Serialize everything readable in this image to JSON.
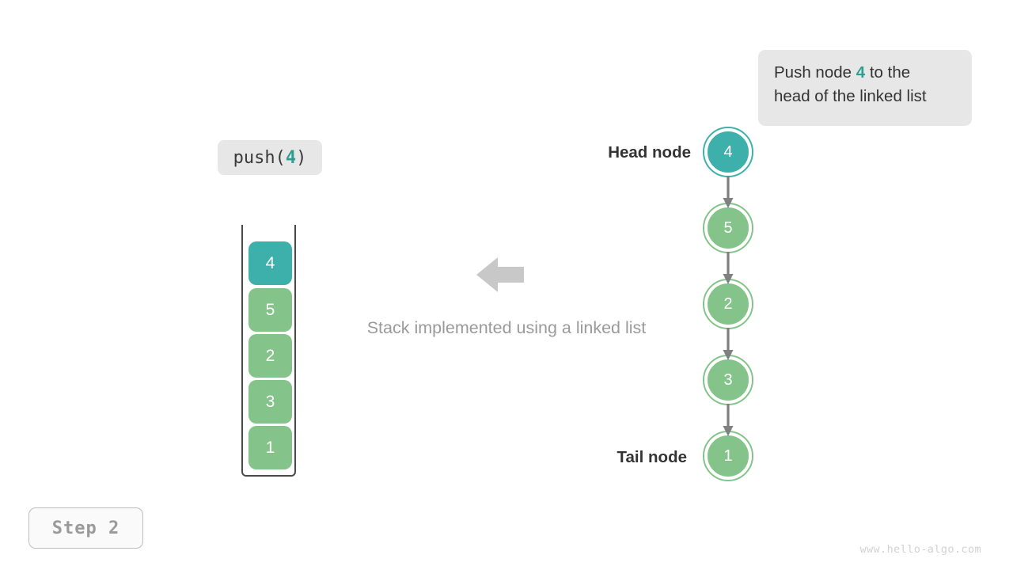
{
  "description": {
    "prefix": "Push node ",
    "value": "4",
    "suffix": " to the",
    "line2": "head of the linked list"
  },
  "operation": {
    "name": "push",
    "open_paren": "(",
    "argument": "4",
    "close_paren": ")"
  },
  "caption": "Stack implemented using a linked list",
  "step_badge": "Step 2",
  "watermark": "www.hello-algo.com",
  "labels": {
    "head_node": "Head node",
    "tail_node": "Tail node"
  },
  "colors": {
    "accent_teal": "#3eb0ab",
    "node_green": "#84c38a",
    "arrow_gray": "#808080",
    "chip_bg": "#e7e7e7",
    "text_dark": "#333333",
    "text_muted": "#9a9a9a"
  },
  "stack": {
    "cells": [
      {
        "value": "4",
        "color": "#3eb0ab",
        "highlighted": true
      },
      {
        "value": "5",
        "color": "#84c38a",
        "highlighted": false
      },
      {
        "value": "2",
        "color": "#84c38a",
        "highlighted": false
      },
      {
        "value": "3",
        "color": "#84c38a",
        "highlighted": false
      },
      {
        "value": "1",
        "color": "#84c38a",
        "highlighted": false
      }
    ]
  },
  "linked_list": {
    "nodes": [
      {
        "value": "4",
        "role": "head",
        "color": "#3eb0ab"
      },
      {
        "value": "5",
        "role": "middle",
        "color": "#84c38a"
      },
      {
        "value": "2",
        "role": "middle",
        "color": "#84c38a"
      },
      {
        "value": "3",
        "role": "middle",
        "color": "#84c38a"
      },
      {
        "value": "1",
        "role": "tail",
        "color": "#84c38a"
      }
    ]
  }
}
